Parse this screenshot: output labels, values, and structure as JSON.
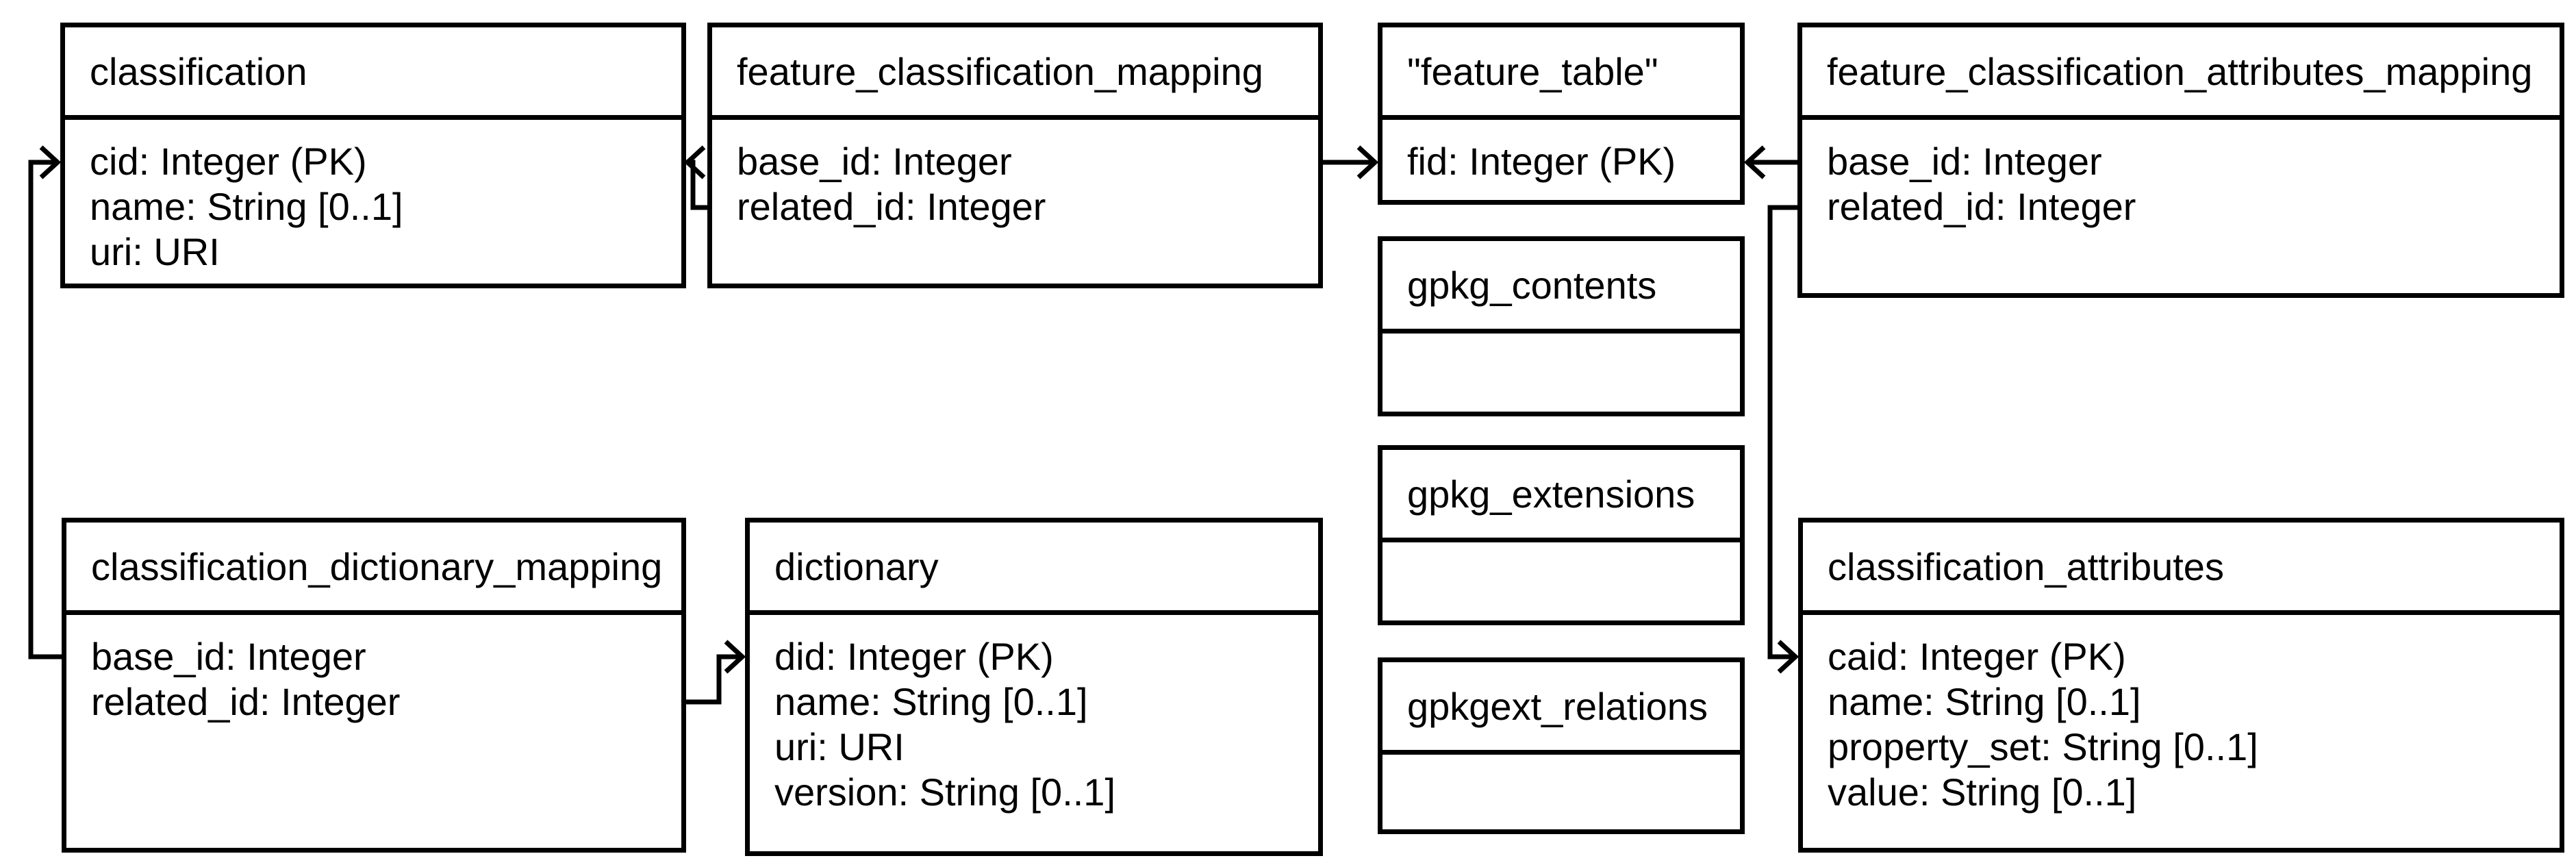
{
  "canvas": {
    "background": "#ffffff",
    "line_color": "#000000",
    "text_color": "#000000"
  },
  "tables": {
    "classification": {
      "title": "classification",
      "fields": [
        "cid: Integer (PK)",
        "name: String [0..1]",
        "uri: URI"
      ]
    },
    "feature_classification_mapping": {
      "title": "feature_classification_mapping",
      "fields": [
        "base_id: Integer",
        "related_id: Integer"
      ]
    },
    "feature_table": {
      "title": "\"feature_table\"",
      "fields": [
        "fid: Integer (PK)"
      ]
    },
    "feature_classification_attributes_mapping": {
      "title": "feature_classification_attributes_mapping",
      "fields": [
        "base_id: Integer",
        "related_id: Integer"
      ]
    },
    "gpkg_contents": {
      "title": "gpkg_contents",
      "fields": []
    },
    "gpkg_extensions": {
      "title": "gpkg_extensions",
      "fields": []
    },
    "gpkgext_relations": {
      "title": "gpkgext_relations",
      "fields": []
    },
    "classification_dictionary_mapping": {
      "title": "classification_dictionary_mapping",
      "fields": [
        "base_id: Integer",
        "related_id: Integer"
      ]
    },
    "dictionary": {
      "title": "dictionary",
      "fields": [
        "did: Integer (PK)",
        "name: String [0..1]",
        "uri: URI",
        "version: String [0..1]"
      ]
    },
    "classification_attributes": {
      "title": "classification_attributes",
      "fields": [
        "caid: Integer (PK)",
        "name: String [0..1]",
        "property_set: String [0..1]",
        "value: String [0..1]"
      ]
    }
  },
  "relationships": [
    {
      "from": "feature_classification_mapping.related_id",
      "to": "classification.cid"
    },
    {
      "from": "feature_classification_mapping.base_id",
      "to": "feature_table.fid"
    },
    {
      "from": "feature_classification_attributes_mapping.base_id",
      "to": "feature_table.fid"
    },
    {
      "from": "feature_classification_attributes_mapping.related_id",
      "to": "classification_attributes.caid"
    },
    {
      "from": "classification_dictionary_mapping.base_id",
      "to": "classification.cid"
    },
    {
      "from": "classification_dictionary_mapping.related_id",
      "to": "dictionary.did"
    }
  ]
}
